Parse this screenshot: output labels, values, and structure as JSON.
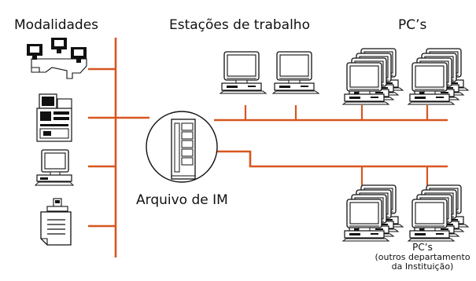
{
  "labels": {
    "modalities": "Modalidades",
    "workstations": "Estações de trabalho",
    "pcs_top": "PC’s",
    "archive": "Arquivo de IM",
    "pcs_bottom": "PC’s",
    "pcs_bottom_note_1": "(outros departamento",
    "pcs_bottom_note_2": "da Instituição)"
  },
  "colors": {
    "network_line": "#d7561f",
    "device_outline": "#111111"
  },
  "icons": [
    "modality-camera-cluster-icon",
    "modality-scanner-console-icon",
    "modality-computer-icon",
    "modality-printer-icon",
    "archive-server-icon",
    "workstation-computer-icon",
    "pc-stack-icon"
  ]
}
